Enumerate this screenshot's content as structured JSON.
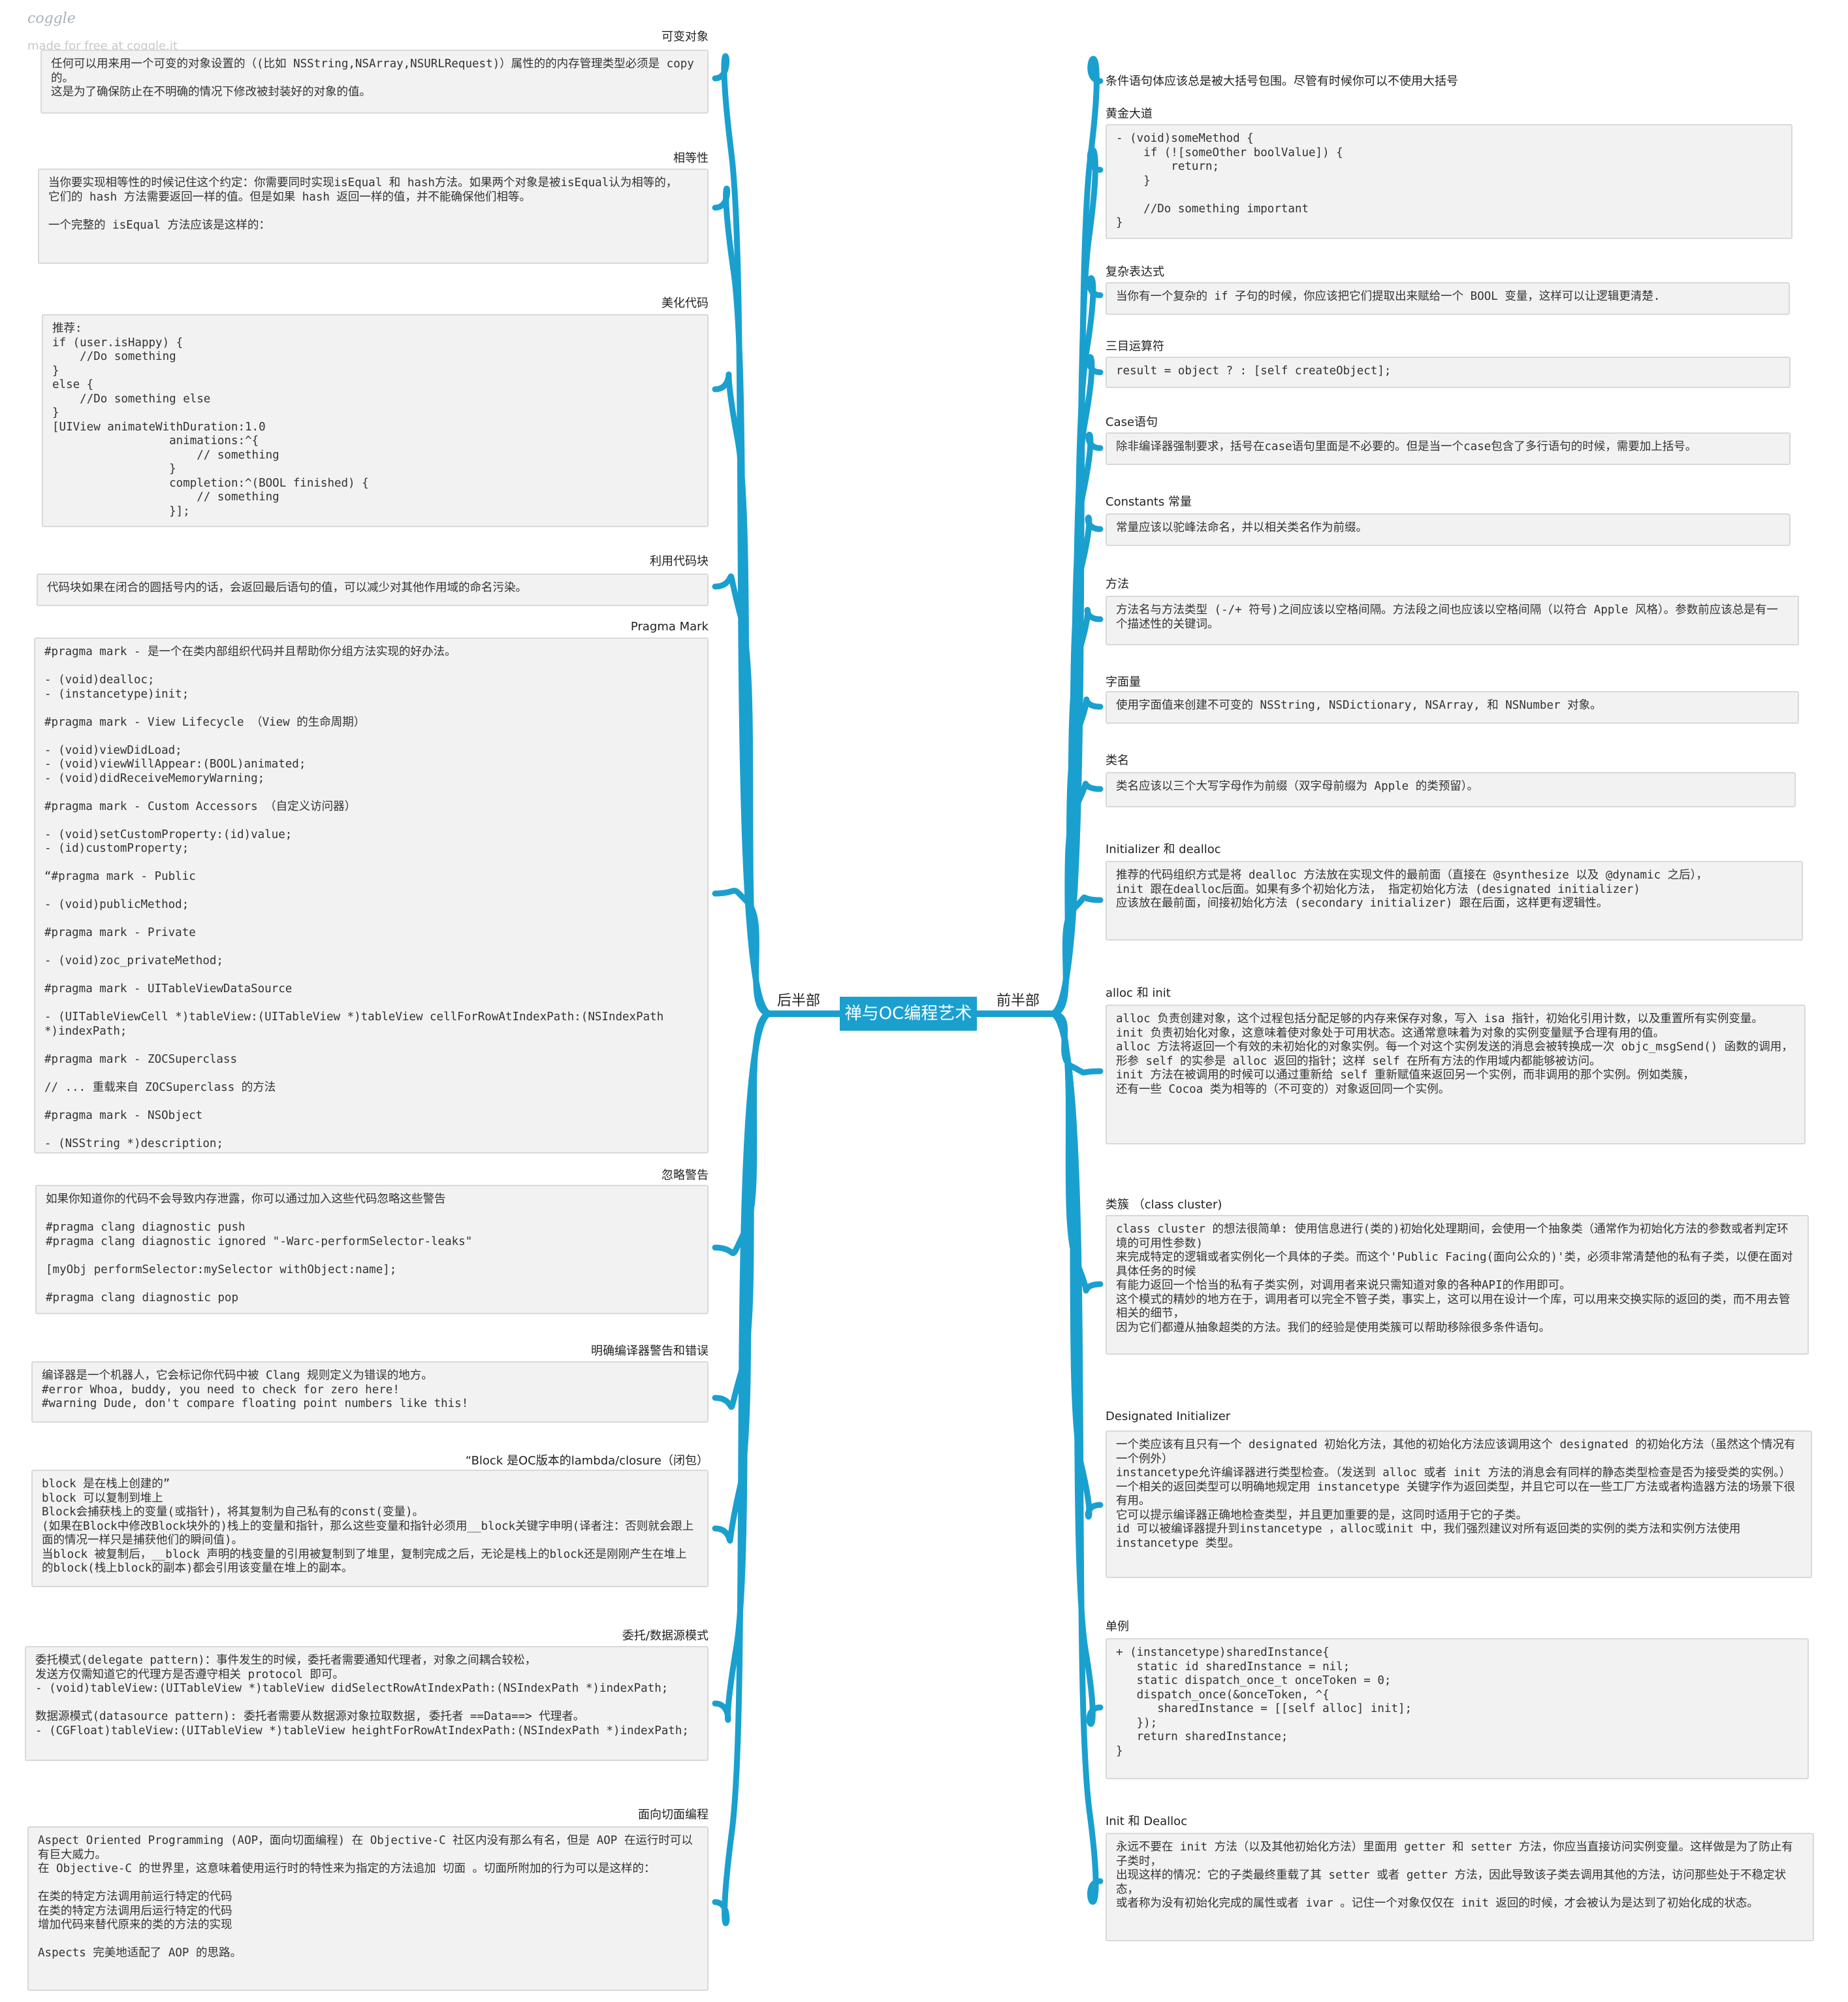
{
  "brand": {
    "name": "coggle",
    "tagline": "made for free at coggle.it"
  },
  "center": "禅与OC编程艺术",
  "halves": {
    "left": "后半部",
    "right": "前半部"
  },
  "colors": {
    "branch": "#1aa0cf",
    "box_bg": "#f2f2f2",
    "box_border": "#d9d9d9"
  },
  "left_nodes": [
    {
      "title": "可变对象",
      "body": "任何可以用来用一个可变的对象设置的（(比如 NSString,NSArray,NSURLRequest)）属性的的内存管理类型必须是 copy 的。\n这是为了确保防止在不明确的情况下修改被封装好的对象的值。"
    },
    {
      "title": "相等性",
      "body": "当你要实现相等性的时候记住这个约定：你需要同时实现isEqual 和 hash方法。如果两个对象是被isEqual认为相等的，\n它们的 hash 方法需要返回一样的值。但是如果 hash 返回一样的值，并不能确保他们相等。\n\n一个完整的 isEqual 方法应该是这样的："
    },
    {
      "title": "美化代码",
      "body": "推荐:\nif (user.isHappy) {\n    //Do something\n}\nelse {\n    //Do something else\n}\n[UIView animateWithDuration:1.0\n                 animations:^{\n                     // something\n                 }\n                 completion:^(BOOL finished) {\n                     // something\n                 }];"
    },
    {
      "title": "利用代码块",
      "body": "代码块如果在闭合的圆括号内的话，会返回最后语句的值，可以减少对其他作用域的命名污染。"
    },
    {
      "title": "Pragma Mark",
      "body": "#pragma mark - 是一个在类内部组织代码并且帮助你分组方法实现的好办法。\n\n- (void)dealloc;\n- (instancetype)init;\n\n#pragma mark - View Lifecycle （View 的生命周期）\n\n- (void)viewDidLoad;\n- (void)viewWillAppear:(BOOL)animated;\n- (void)didReceiveMemoryWarning;\n\n#pragma mark - Custom Accessors （自定义访问器）\n\n- (void)setCustomProperty:(id)value;\n- (id)customProperty;\n\n“#pragma mark - Public\n\n- (void)publicMethod;\n\n#pragma mark - Private\n\n- (void)zoc_privateMethod;\n\n#pragma mark - UITableViewDataSource\n\n- (UITableViewCell *)tableView:(UITableView *)tableView cellForRowAtIndexPath:(NSIndexPath *)indexPath;\n\n#pragma mark - ZOCSuperclass\n\n// ... 重载来自 ZOCSuperclass 的方法\n\n#pragma mark - NSObject\n\n- (NSString *)description;"
    },
    {
      "title": "忽略警告",
      "body": "如果你知道你的代码不会导致内存泄露，你可以通过加入这些代码忽略这些警告\n\n#pragma clang diagnostic push\n#pragma clang diagnostic ignored \"-Warc-performSelector-leaks\"\n\n[myObj performSelector:mySelector withObject:name];\n\n#pragma clang diagnostic pop"
    },
    {
      "title": "明确编译器警告和错误",
      "body": "编译器是一个机器人，它会标记你代码中被 Clang 规则定义为错误的地方。\n#error Whoa, buddy, you need to check for zero here!\n#warning Dude, don't compare floating point numbers like this!"
    },
    {
      "title": "“Block 是OC版本的lambda/closure（闭包）",
      "body": "block 是在栈上创建的”\nblock 可以复制到堆上\nBlock会捕获栈上的变量(或指针)，将其复制为自己私有的const(变量)。\n(如果在Block中修改Block块外的)栈上的变量和指针，那么这些变量和指针必须用__block关键字申明(译者注：否则就会跟上面的情况一样只是捕获他们的瞬间值)。\n当block 被复制后，__block 声明的栈变量的引用被复制到了堆里，复制完成之后，无论是栈上的block还是刚刚产生在堆上的block(栈上block的副本)都会引用该变量在堆上的副本。"
    },
    {
      "title": "委托/数据源模式",
      "body": "委托模式(delegate pattern)：事件发生的时候，委托者需要通知代理者，对象之间耦合较松，\n发送方仅需知道它的代理方是否遵守相关 protocol 即可。\n- (void)tableView:(UITableView *)tableView didSelectRowAtIndexPath:(NSIndexPath *)indexPath;\n\n数据源模式(datasource pattern): 委托者需要从数据源对象拉取数据, 委托者 ==Data==> 代理者。\n- (CGFloat)tableView:(UITableView *)tableView heightForRowAtIndexPath:(NSIndexPath *)indexPath;"
    },
    {
      "title": "面向切面编程",
      "body": "Aspect Oriented Programming (AOP，面向切面编程) 在 Objective-C 社区内没有那么有名，但是 AOP 在运行时可以有巨大威力。\n在 Objective-C 的世界里，这意味着使用运行时的特性来为指定的方法追加 切面 。切面所附加的行为可以是这样的：\n\n在类的特定方法调用前运行特定的代码\n在类的特定方法调用后运行特定的代码\n增加代码来替代原来的类的方法的实现\n\nAspects 完美地适配了 AOP 的思路。"
    }
  ],
  "right_nodes": [
    {
      "title": "",
      "body": "条件语句体应该总是被大括号包围。尽管有时候你可以不使用大括号"
    },
    {
      "title": "黄金大道",
      "body": "- (void)someMethod {\n    if (![someOther boolValue]) {\n        return;\n    }\n\n    //Do something important\n}"
    },
    {
      "title": "复杂表达式",
      "body": "当你有一个复杂的 if 子句的时候，你应该把它们提取出来赋给一个 BOOL 变量，这样可以让逻辑更清楚."
    },
    {
      "title": "三目运算符",
      "body": "result = object ? : [self createObject];"
    },
    {
      "title": "Case语句",
      "body": "除非编译器强制要求，括号在case语句里面是不必要的。但是当一个case包含了多行语句的时候，需要加上括号。"
    },
    {
      "title": "Constants 常量",
      "body": "常量应该以驼峰法命名，并以相关类名作为前缀。"
    },
    {
      "title": "方法",
      "body": "方法名与方法类型 (-/+ 符号)之间应该以空格间隔。方法段之间也应该以空格间隔（以符合 Apple 风格）。参数前应该总是有一个描述性的关键词。"
    },
    {
      "title": "字面量",
      "body": "使用字面值来创建不可变的 NSString, NSDictionary, NSArray, 和 NSNumber 对象。"
    },
    {
      "title": "类名",
      "body": "类名应该以三个大写字母作为前缀（双字母前缀为 Apple 的类预留）。"
    },
    {
      "title": "Initializer 和 dealloc",
      "body": "推荐的代码组织方式是将 dealloc 方法放在实现文件的最前面（直接在 @synthesize 以及 @dynamic 之后），\ninit 跟在dealloc后面。如果有多个初始化方法， 指定初始化方法 (designated initializer)\n应该放在最前面，间接初始化方法 (secondary initializer) 跟在后面，这样更有逻辑性。"
    },
    {
      "title": "alloc 和 init",
      "body": "alloc 负责创建对象，这个过程包括分配足够的内存来保存对象，写入 isa 指针，初始化引用计数，以及重置所有实例变量。\ninit 负责初始化对象，这意味着使对象处于可用状态。这通常意味着为对象的实例变量赋予合理有用的值。\nalloc 方法将返回一个有效的未初始化的对象实例。每一个对这个实例发送的消息会被转换成一次 objc_msgSend() 函数的调用，\n形参 self 的实参是 alloc 返回的指针；这样 self 在所有方法的作用域内都能够被访问。\ninit 方法在被调用的时候可以通过重新给 self 重新赋值来返回另一个实例，而非调用的那个实例。例如类簇，\n还有一些 Cocoa 类为相等的（不可变的）对象返回同一个实例。"
    },
    {
      "title": "类簇 （class cluster)",
      "body": "class cluster 的想法很简单: 使用信息进行(类的)初始化处理期间，会使用一个抽象类（通常作为初始化方法的参数或者判定环境的可用性参数)\n来完成特定的逻辑或者实例化一个具体的子类。而这个'Public Facing(面向公众的)'类，必须非常清楚他的私有子类，以便在面对具体任务的时候\n有能力返回一个恰当的私有子类实例，对调用者来说只需知道对象的各种API的作用即可。\n这个模式的精妙的地方在于，调用者可以完全不管子类，事实上，这可以用在设计一个库，可以用来交换实际的返回的类，而不用去管相关的细节，\n因为它们都遵从抽象超类的方法。我们的经验是使用类簇可以帮助移除很多条件语句。"
    },
    {
      "title": "Designated Initializer",
      "body": "一个类应该有且只有一个 designated 初始化方法，其他的初始化方法应该调用这个 designated 的初始化方法（虽然这个情况有一个例外）\ninstancetype允许编译器进行类型检查。（发送到 alloc 或者 init 方法的消息会有同样的静态类型检查是否为接受类的实例。）\n一个相关的返回类型可以明确地规定用 instancetype 关键字作为返回类型，并且它可以在一些工厂方法或者构造器方法的场景下很有用。\n它可以提示编译器正确地检查类型，并且更加重要的是，这同时适用于它的子类。\nid 可以被编译器提升到instancetype ，alloc或init 中，我们强烈建议对所有返回类的实例的类方法和实例方法使用 instancetype 类型。"
    },
    {
      "title": "单例",
      "body": "+ (instancetype)sharedInstance{\n   static id sharedInstance = nil;\n   static dispatch_once_t onceToken = 0;\n   dispatch_once(&onceToken, ^{\n      sharedInstance = [[self alloc] init];\n   });\n   return sharedInstance;\n}"
    },
    {
      "title": "Init 和 Dealloc",
      "body": "永远不要在 init 方法（以及其他初始化方法）里面用 getter 和 setter 方法，你应当直接访问实例变量。这样做是为了防止有子类时，\n出现这样的情况：它的子类最终重载了其 setter 或者 getter 方法，因此导致该子类去调用其他的方法，访问那些处于不稳定状态，\n或者称为没有初始化完成的属性或者 ivar 。记住一个对象仅仅在 init 返回的时候，才会被认为是达到了初始化成的状态。"
    }
  ]
}
